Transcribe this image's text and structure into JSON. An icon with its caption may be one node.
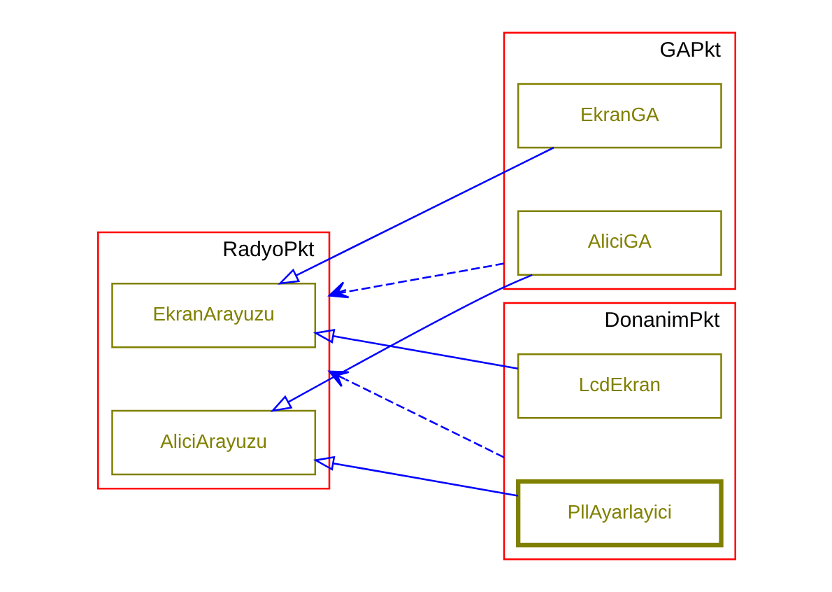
{
  "diagram": {
    "nodes": [
      {
        "text": [
          "RadyoPkt"
        ]
      },
      {
        "text": [
          "EkranArayuzu"
        ],
        "in": 0
      },
      {
        "text": [
          "AliciArayuzu"
        ],
        "in": 0
      },
      {
        "text": [
          "GAPkt"
        ]
      },
      {
        "text": [
          "EkranGA"
        ],
        "in": 3
      },
      {
        "text": [
          "AliciGA"
        ],
        "in": 3
      },
      {
        "text": [
          "DonanimPkt"
        ]
      },
      {
        "text": [
          "LcdEkran"
        ],
        "in": 6
      },
      {
        "text": [
          "PllAyarlayici"
        ],
        "in": 6
      }
    ],
    "edges": [
      {
        "from": 3,
        "to": 0,
        "arrow": "to",
        "style": "dashed"
      },
      {
        "from": 4,
        "to": 1,
        "arrow": "to"
      },
      {
        "from": 5,
        "to": 2,
        "arrow": "to"
      },
      {
        "from": 7,
        "to": 1,
        "arrow": "to"
      },
      {
        "from": 8,
        "to": 2,
        "arrow": "to"
      },
      {
        "from": 6,
        "to": 0,
        "arrow": "to",
        "style": "dashed"
      }
    ]
  }
}
